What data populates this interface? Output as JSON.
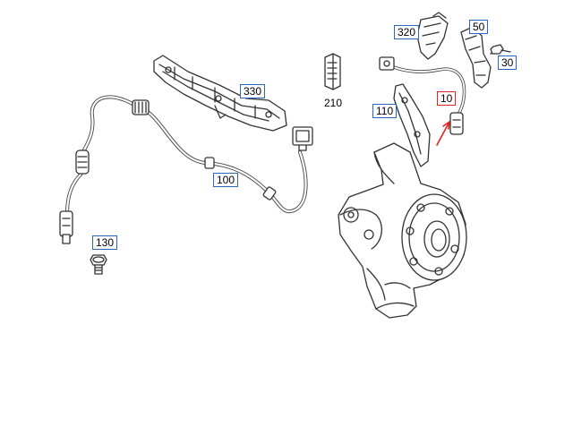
{
  "callouts": {
    "p10": "10",
    "p30": "30",
    "p50": "50",
    "p100": "100",
    "p110": "110",
    "p130": "130",
    "p210": "210",
    "p320": "320",
    "p330": "330"
  },
  "colors": {
    "callout_border": "#2a66c4",
    "highlight": "#e0231f",
    "line": "#333333"
  }
}
